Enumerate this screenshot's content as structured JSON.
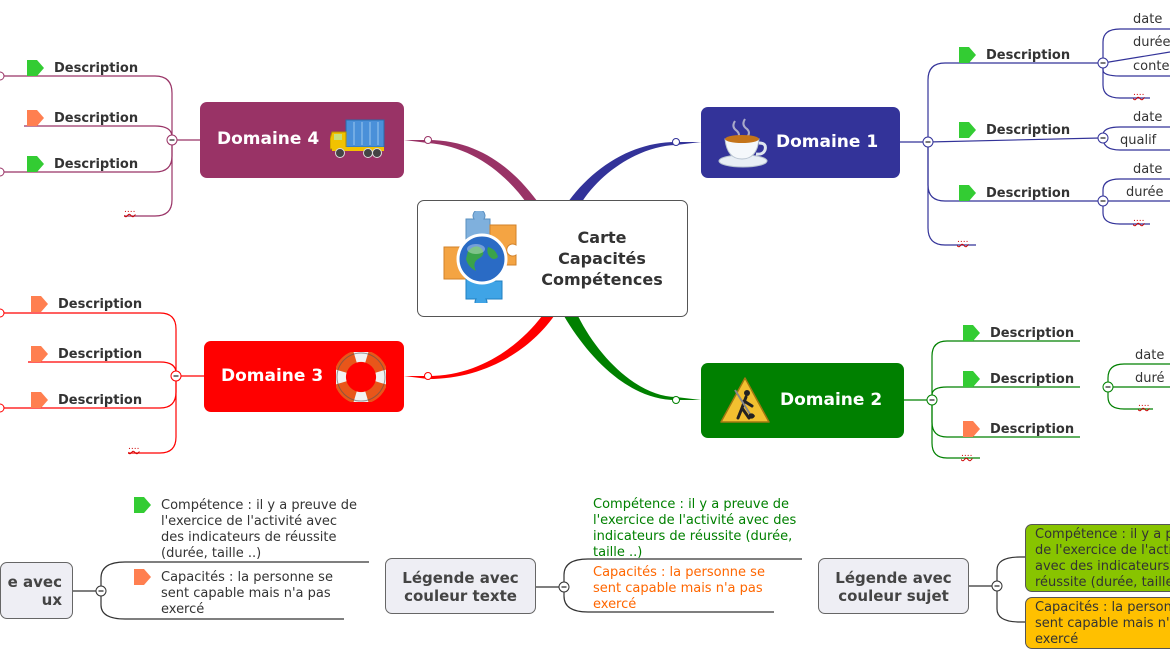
{
  "center": {
    "title_lines": [
      "Carte",
      "Capacités",
      "Compétences"
    ],
    "icon": "puzzle-globe-icon"
  },
  "colors": {
    "domaine1": "#333399",
    "domaine2": "#008000",
    "domaine3": "#ff0000",
    "domaine4": "#993366",
    "competence_flag": "#33cc33",
    "capacite_flag": "#ff7f50",
    "competence_text": "#008000",
    "capacite_text": "#ff6600",
    "competence_bg": "#88c400",
    "capacite_bg": "#ffc000"
  },
  "domaines": {
    "d1": {
      "label": "Domaine 1",
      "icon": "coffee-cup-icon",
      "items": [
        {
          "label": "Description",
          "flag": "competence",
          "children": [
            "date",
            "durée",
            "conte",
            "...."
          ]
        },
        {
          "label": "Description",
          "flag": "competence",
          "children": [
            "date",
            "qualif"
          ]
        },
        {
          "label": "Description",
          "flag": "competence",
          "children": [
            "date",
            "durée",
            "...."
          ]
        }
      ],
      "more": "...."
    },
    "d2": {
      "label": "Domaine 2",
      "icon": "construction-worker-icon",
      "items": [
        {
          "label": "Description",
          "flag": "competence"
        },
        {
          "label": "Description",
          "flag": "competence",
          "children": [
            "date",
            "duré",
            "...."
          ]
        },
        {
          "label": "Description",
          "flag": "capacite"
        }
      ],
      "more": "...."
    },
    "d3": {
      "label": "Domaine 3",
      "icon": "lifebuoy-icon",
      "items": [
        {
          "label": "Description",
          "flag": "capacite"
        },
        {
          "label": "Description",
          "flag": "capacite"
        },
        {
          "label": "Description",
          "flag": "capacite"
        }
      ],
      "more": "...."
    },
    "d4": {
      "label": "Domaine 4",
      "icon": "truck-icon",
      "items": [
        {
          "label": "Description",
          "flag": "competence"
        },
        {
          "label": "Description",
          "flag": "capacite"
        },
        {
          "label": "Description",
          "flag": "competence"
        }
      ],
      "more": "...."
    }
  },
  "legends": {
    "drapeaux": {
      "title_lines": [
        "e avec",
        "ux"
      ],
      "competence": "Compétence : il y a preuve de l'exercice de l'activité avec des indicateurs de réussite (durée, taille ..)",
      "competence_lines": [
        "Compétence : il y a preuve de",
        "l'exercice de l'activité avec",
        "des indicateurs de réussite",
        "(durée, taille ..)"
      ],
      "capacite_lines": [
        "Capacités : la personne se",
        "sent capable mais n'a pas",
        "exercé"
      ]
    },
    "texte": {
      "title_lines": [
        "Légende avec",
        "couleur texte"
      ],
      "competence_lines": [
        "Compétence : il y a preuve de",
        "l'exercice de l'activité avec des",
        "indicateurs de réussite (durée,",
        "taille ..)"
      ],
      "capacite_lines": [
        "Capacités : la personne se",
        "sent capable mais n'a pas",
        "exercé"
      ]
    },
    "sujet": {
      "title_lines": [
        "Légende avec",
        "couleur sujet"
      ],
      "competence_lines": [
        "Compétence : il y a p",
        "de l'exercice de l'acti",
        "avec des indicateurs",
        "réussite (durée, taille"
      ],
      "capacite_lines": [
        "Capacités : la person",
        "sent capable mais n'",
        "exercé"
      ]
    }
  }
}
